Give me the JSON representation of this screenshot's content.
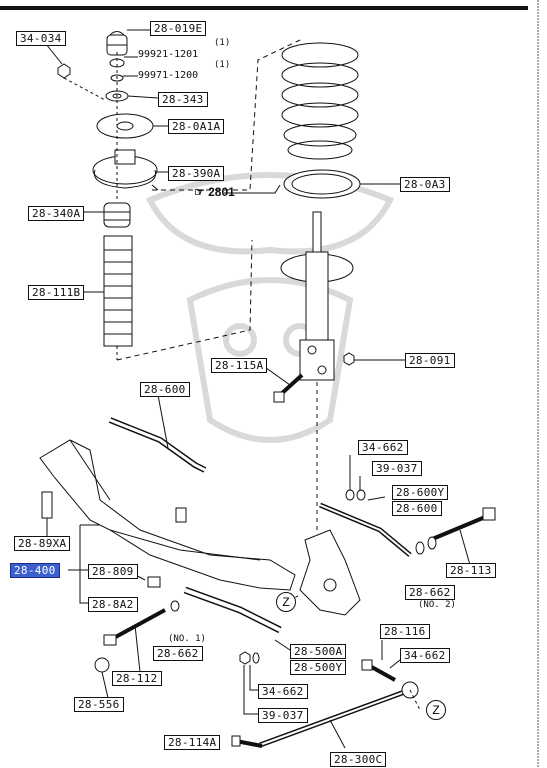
{
  "colors": {
    "ink": "#111111",
    "highlight": "#3c5fcf",
    "background": "#ffffff",
    "watermark": "#d9d9d9"
  },
  "labels": {
    "l34_034": "34-034",
    "l28_019e": "28-019E",
    "l99921": "99921-1201",
    "l99921_qty": "(1)",
    "l99971": "99971-1200",
    "l99971_qty": "(1)",
    "l28_343": "28-343",
    "l28_0a1a": "28-0A1A",
    "l28_390a": "28-390A",
    "l28_340a": "28-340A",
    "l28_111b": "28-111B",
    "l28_0a3": "28-0A3",
    "ref_2801": "2801",
    "l28_115a": "28-115A",
    "l28_091": "28-091",
    "l28_600_top": "28-600",
    "l34_662_a": "34-662",
    "l39_037_a": "39-037",
    "l28_600y": "28-600Y",
    "l28_600_mid": "28-600",
    "l28_89xa": "28-89XA",
    "l28_400": "28-400",
    "l28_809": "28-809",
    "l28_8a2": "28-8A2",
    "l28_113": "28-113",
    "l28_662_r": "28-662",
    "no2": "(NO. 2)",
    "no1": "(NO. 1)",
    "l28_662_l": "28-662",
    "l28_500a": "28-500A",
    "l28_500y": "28-500Y",
    "l28_116": "28-116",
    "l34_662_b": "34-662",
    "l28_112": "28-112",
    "l34_662_c": "34-662",
    "l28_556": "28-556",
    "l39_037_b": "39-037",
    "l28_114a": "28-114A",
    "l28_300c": "28-300C",
    "z1": "Z",
    "z2": "Z"
  }
}
